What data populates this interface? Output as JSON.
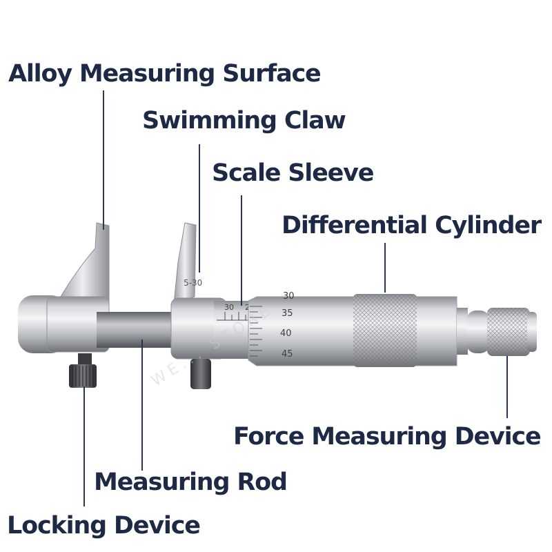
{
  "labels": {
    "alloy_measuring_surface": "Alloy Measuring Surface",
    "swimming_claw": "Swimming Claw",
    "scale_sleeve": "Scale Sleeve",
    "differential_cylinder": "Differential Cylinder",
    "force_measuring_device": "Force Measuring Device",
    "measuring_rod": "Measuring Rod",
    "locking_device": "Locking Device"
  },
  "tool_markings": {
    "jaw_range": "5-30",
    "sleeve_scale": [
      "30",
      "2"
    ],
    "thimble_scale": [
      "30",
      "35",
      "40",
      "45"
    ]
  },
  "watermark": "WE... STORE"
}
